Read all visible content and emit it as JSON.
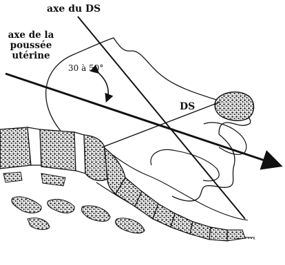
{
  "labels": {
    "ds_axis": "axe du DS",
    "uterine_axis": [
      "axe de la",
      "poussée",
      "utérine"
    ],
    "angle": "30 à 50°",
    "ds": "DS"
  },
  "colors": {
    "line": "#111111",
    "bone_fill": "#2a2a2a",
    "background": "#ffffff"
  }
}
